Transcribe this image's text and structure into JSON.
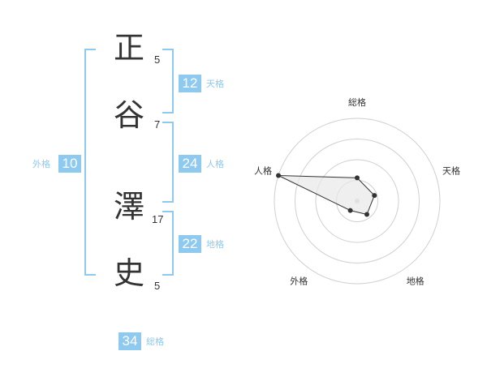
{
  "name": {
    "chars": [
      {
        "char": "正",
        "strokes": "5"
      },
      {
        "char": "谷",
        "strokes": "7"
      },
      {
        "char": "澤",
        "strokes": "17"
      },
      {
        "char": "史",
        "strokes": "5"
      }
    ]
  },
  "grades": {
    "tenkaku": {
      "label": "天格",
      "value": "12"
    },
    "jinkaku": {
      "label": "人格",
      "value": "24"
    },
    "chikaku": {
      "label": "地格",
      "value": "22"
    },
    "gaikaku": {
      "label": "外格",
      "value": "10"
    },
    "soukaku": {
      "label": "総格",
      "value": "34"
    }
  },
  "colors": {
    "accent": "#8ec9f0",
    "text": "#333333"
  },
  "chart_data": {
    "type": "radar",
    "axes": [
      "総格",
      "天格",
      "地格",
      "外格",
      "人格"
    ],
    "values": [
      0.28,
      0.22,
      0.2,
      0.14,
      1.0
    ],
    "range": [
      0,
      1
    ],
    "rings": 4
  }
}
